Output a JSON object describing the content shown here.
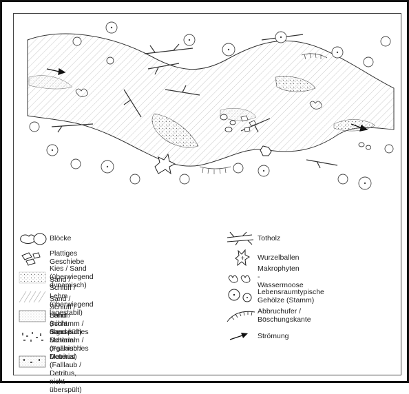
{
  "legend": {
    "left": [
      {
        "icon": "boulder-icon",
        "label": "Blöcke"
      },
      {
        "icon": "plate-gravel-icon",
        "label": "Plattiges Geschiebe"
      },
      {
        "icon": "gravel-sand-icon",
        "label": "Kies / Sand (überwiegend dynamisch)"
      },
      {
        "icon": "sand-silt-stable-icon",
        "label": "Sand / Schluff / Lehm (überwiegend lagestabil)"
      },
      {
        "icon": "sand-silt-dry-icon",
        "label": "Sand / Schluff / Lehm (nicht überspült)"
      },
      {
        "icon": "sludge-organic-icon",
        "label": "Sand / Schlamm / organisches Material\n(Falllaub / Detritus)"
      },
      {
        "icon": "sludge-organic-dry-icon",
        "label": "Sand / Schlamm / organisches Material\n(Falllaub / Detritus, nicht überspült)"
      }
    ],
    "right": [
      {
        "icon": "deadwood-icon",
        "label": "Totholz"
      },
      {
        "icon": "root-ball-icon",
        "label": "Wurzelballen"
      },
      {
        "icon": "water-moss-icon",
        "label": "Makrophyten - Wassermoose"
      },
      {
        "icon": "tree-trunk-icon",
        "label": "Lebensraumtypische Gehölze (Stamm)"
      },
      {
        "icon": "bank-edge-icon",
        "label": "Abbruchufer / Böschungskante"
      },
      {
        "icon": "flow-arrow-icon",
        "label": "Strömung"
      }
    ]
  }
}
